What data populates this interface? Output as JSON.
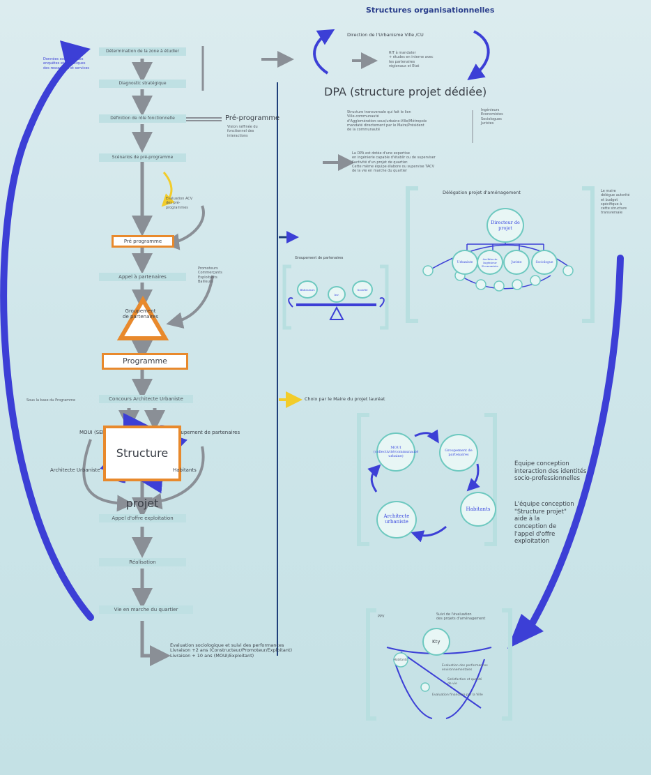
{
  "header": {
    "title": "Structures organisationnelles"
  },
  "left_flow": {
    "step1": "Détermination de la zone à étudier",
    "side_note": "Données sociologiques\nenquêtes et statistiques\ndes ressources et services",
    "step2": "Diagnostic stratégique",
    "step3": "Définition de rôle fonctionnelle",
    "preprog_title": "Pré-programme",
    "preprog_note": "Vision raffinée du\nfonctionnel des\ninteractions",
    "step4": "Scénarios de pré-programme",
    "eval_note": "Evaluation ACV\ndes pré-\nprogrammes",
    "preprog_box": "Pré programme",
    "appel": "Appel à partenaires",
    "partner_note": "Promoteurs\nCommerçants\nExploitants\nBailleurs",
    "group_label": "Groupement\nde partenaires",
    "programme_box": "Programme",
    "concours_left": "Sous la base du Programme",
    "concours": "Concours Architecte Urbaniste",
    "moui": "MOUI (SEM)",
    "groupement": "Groupement de partenaires",
    "structure_projet": "Structure projet",
    "archi": "Architecte Urbaniste",
    "habitants": "Habitants",
    "appel_offre": "Appel d'offre exploitation",
    "realisation": "Réalisation",
    "vie": "Vie en marche du quartier",
    "eval_final": "Evaluation sociologique et suivi des performances\nLivraison +2 ans (Constructeur/Promoteur/Exploitant)\nLivraison + 10 ans (MOUI/Exploitant)"
  },
  "right_panel": {
    "direction": "Direction de l'Urbanisme Ville /CU",
    "direction_note": "RIT à mandater\n+ études en interne avec\nles partenaires\nrégionaux et Etat",
    "dpa_title": "DPA (structure projet dédiée)",
    "dpa_note": "Structure transversale qui fait le lien\nVille-communauté\nd'Agglomération-sous/urbaine-Ville/Métropole\nmandaté directement par le Maire/Président\nde la communauté",
    "dpa_side": "Ingénieurs\nEconomistes\nSociologues\nJuristes",
    "dpa_note2": "La DPA est dotée d'une expertise\nen ingénierie capable d'établir ou de superviser\nl'activité d'un projet de quartier.\nCette même équipe élabore ou supervise TACV\nde la vie en marche du quartier",
    "delegation_title": "Délégation projet d'aménagement",
    "delegation_note": "Le maire\ndélègue autorité\net budget\nspécifique à\ncette structure\ntransversale",
    "directeur": "Directeur de projet",
    "sub_circles": [
      "Urbaniste",
      "Architecte\nIngénieur\nEconomiste",
      "Juriste",
      "Sociologue"
    ],
    "balance_title": "Groupement de partenaires",
    "balance_items": [
      "Bâtisseurs",
      "Inv.",
      "Société"
    ],
    "choix": "Choix par le Maire du projet lauréat",
    "cycle": [
      "MOUI\n(collectivité/communauté\nurbaine)",
      "Groupement de\npartenaires",
      "Habitants",
      "Architecte\nurbaniste"
    ],
    "equipe1": "Equipe conception\ninteraction des identités\nsocio-professionnelles",
    "equipe2": "L'équipe conception\n\"Structure projet\"\naide à la\nconception de\nl'appel d'offre\nexploitation",
    "bottom_label": "PPV",
    "bottom_note": "Suivi de l'évaluation\ndes projets d'aménagement",
    "bottom_center": "Kty",
    "bottom_notes": [
      "Evaluation des performances\nenvironnementales",
      "Satisfaction et qualité\nde vie",
      "Evaluation financière par la Ville"
    ],
    "bottom_tag": "Habitants"
  },
  "colors": {
    "accent_blue": "#3c3fd6",
    "orange": "#e8892c",
    "gray_arrow": "#8a8f96",
    "teal": "#6ec9c0",
    "yellow": "#f2cc2a",
    "navy_line": "#1f3f7a"
  }
}
